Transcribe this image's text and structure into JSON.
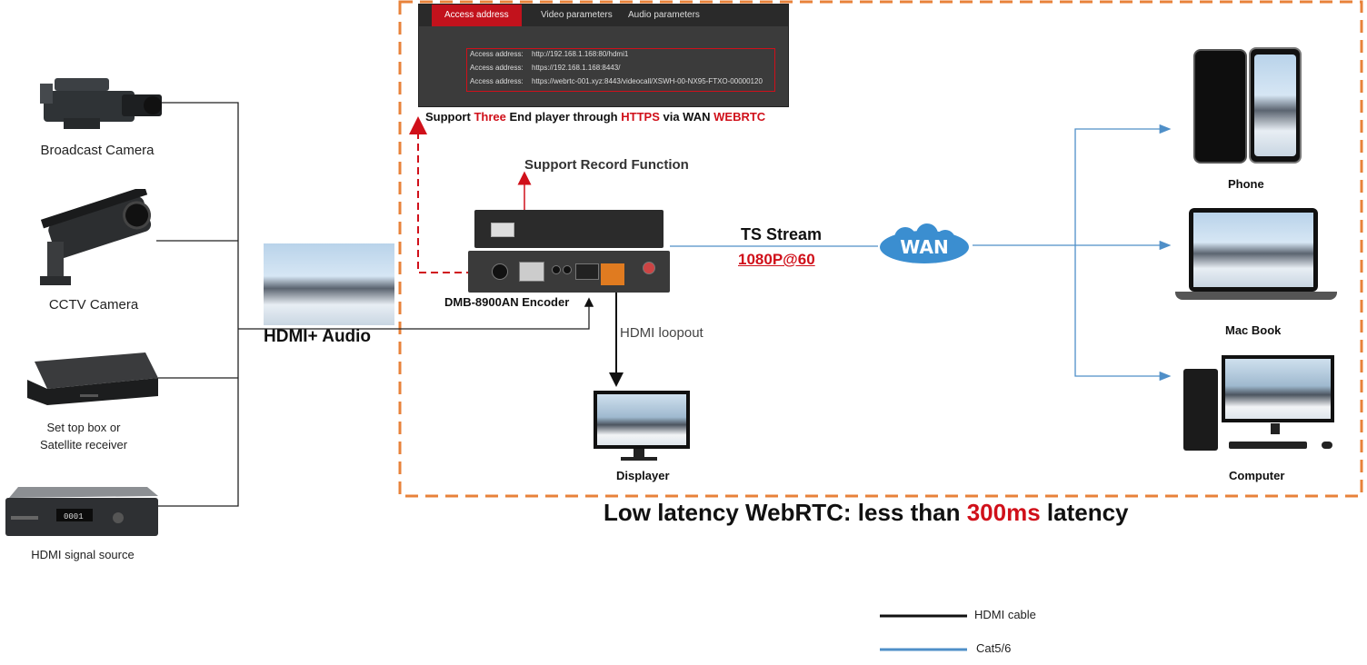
{
  "sources": {
    "broadcast_camera": "Broadcast Camera",
    "cctv_camera": "CCTV Camera",
    "set_top_box_line1": "Set top box or",
    "set_top_box_line2": "Satellite receiver",
    "hdmi_source": "HDMI signal source"
  },
  "hdmi_audio_label": "HDMI+ Audio",
  "encoder_label": "DMB-8900AN Encoder",
  "record_label": "Support Record Function",
  "webrtc_support": {
    "part1": "Support ",
    "part2": "Three",
    "part3": " End player through ",
    "part4": "HTTPS",
    "part5": " via WAN ",
    "part6": "WEBRTC"
  },
  "panel": {
    "tabs": [
      "Access address",
      "Video parameters",
      "Audio parameters"
    ],
    "rows": [
      {
        "key": "Access address:",
        "value": "http://192.168.1.168:80/hdmi1"
      },
      {
        "key": "Access address:",
        "value": "https://192.168.1.168:8443/"
      },
      {
        "key": "Access address:",
        "value": "https://webrtc-001.xyz:8443/videocall/XSWH-00-NX95-FTXO-00000120"
      }
    ]
  },
  "stream": {
    "title": "TS Stream",
    "resolution": "1080P@60"
  },
  "wan_label": "WAN",
  "loopout_label": "HDMI loopout",
  "displayer_label": "Displayer",
  "destinations": {
    "phone": "Phone",
    "macbook": "Mac Book",
    "computer": "Computer"
  },
  "latency": {
    "part1": "Low latency WebRTC: less than ",
    "part2": "300ms",
    "part3": " latency"
  },
  "legend": {
    "hdmi_cable": "HDMI cable",
    "cat": "Cat5/6"
  },
  "colors": {
    "accent_red": "#d0101a",
    "dashed_orange": "#e8823a",
    "cat_blue": "#4f8fc8",
    "wan_blue": "#3b8ed0"
  },
  "icons": [
    "broadcast-camera-icon",
    "cctv-camera-icon",
    "set-top-box-icon",
    "hdmi-source-icon",
    "encoder-icon",
    "monitor-icon",
    "phone-icon",
    "laptop-icon",
    "desktop-computer-icon",
    "wan-cloud-icon"
  ]
}
